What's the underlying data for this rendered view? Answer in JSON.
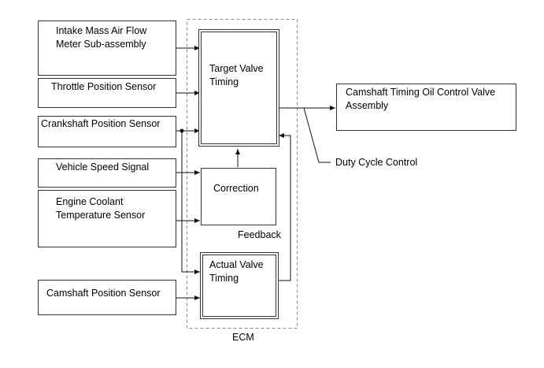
{
  "inputs": {
    "maf": "Intake Mass Air Flow\nMeter Sub-assembly",
    "throttle": "Throttle Position Sensor",
    "crankshaft": "Crankshaft Position Sensor",
    "vehicle_speed": "Vehicle Speed Signal",
    "coolant": "Engine Coolant\nTemperature Sensor",
    "camshaft": "Camshaft Position Sensor"
  },
  "ecm": {
    "label": "ECM",
    "target": "Target Valve\nTiming",
    "correction": "Correction",
    "actual": "Actual Valve\nTiming",
    "feedback": "Feedback"
  },
  "output": {
    "valve": "Camshaft Timing Oil Control Valve\nAssembly",
    "duty_cycle": "Duty Cycle Control"
  }
}
